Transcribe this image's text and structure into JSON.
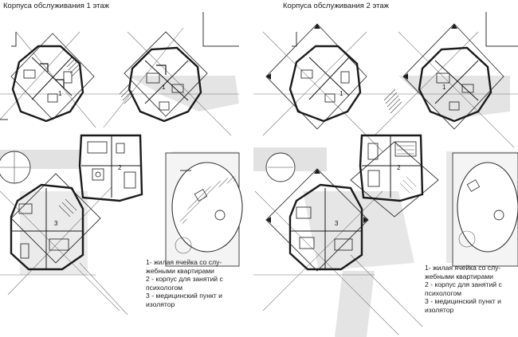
{
  "sheets": [
    {
      "title": "Корпуса обслуживания  1 этаж",
      "block_numbers": [
        "1",
        "1",
        "2",
        "3"
      ],
      "legend": [
        "1- жилая ячейка со слу-",
        "жебными квартирами",
        "2 - корпус для занятий с",
        "психологом",
        "3 - медицинский пункт и",
        "изолятор"
      ]
    },
    {
      "title": "Корпуса обслуживания  2 этаж",
      "block_numbers": [
        "1",
        "1",
        "2",
        "3"
      ],
      "legend": [
        "1- жилая ячейка со слу-",
        "жебными квартирами",
        "2 - корпус для занятий с",
        "психологом",
        "3 - медицинский пункт и",
        "изолятор"
      ]
    }
  ],
  "colors": {
    "wall": "#1a1a1a",
    "shadow": "#d9d9d9",
    "line": "#555555"
  }
}
